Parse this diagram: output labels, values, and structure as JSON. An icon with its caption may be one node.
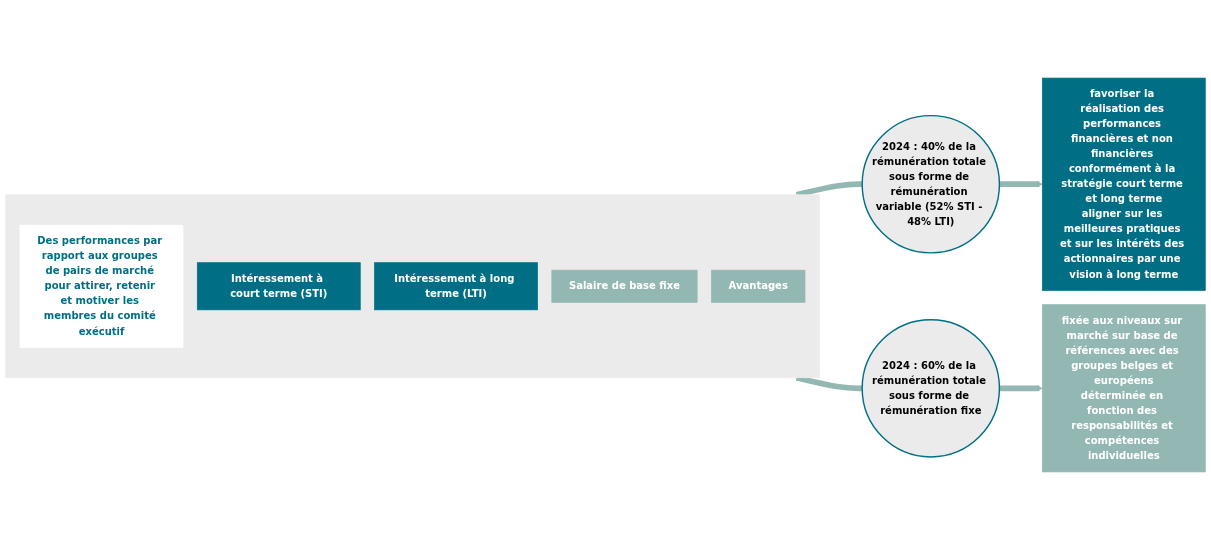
{
  "diagram": {
    "nodes": [
      {
        "text": [],
        "shape": "box"
      },
      {
        "text": [
          "Des performances par rapport aux groupes de pairs de marché pour attirer, retenir et motiver les membres du comité exécutif"
        ],
        "in": 0
      },
      {
        "text": [
          "Intéressement à court terme (STI)"
        ],
        "in": 0
      },
      {
        "text": [
          "Intéressement à long terme (LTI)"
        ],
        "in": 0
      },
      {
        "text": [
          "Salaire de base fixe"
        ],
        "in": 0
      },
      {
        "text": [
          "Avantages"
        ],
        "in": 0
      },
      {
        "text": [
          "2024 : 40% de la rémunération totale sous forme de rémunération variable (52% STI - 48% LTI)"
        ]
      },
      {
        "text": [
          "favoriser la réalisation des performances financières et non financières conformément à la stratégie court terme et long terme",
          "aligner sur les meilleures pratiques et sur les intérêts des actionnaires par une vision à long terme"
        ]
      },
      {
        "text": [
          "2024 : 60% de la rémunération totale sous forme de rémunération fixe"
        ]
      },
      {
        "text": [
          "fixée aux niveaux sur marché sur base de références avec des groupes belges et européens",
          "déterminée en fonction des responsabilités et compétences individuelles"
        ]
      }
    ],
    "edges": [
      {
        "from": 0,
        "to": 6,
        "arrow": "none"
      },
      {
        "from": 6,
        "to": 7,
        "arrow": "to"
      },
      {
        "from": 0,
        "to": 8,
        "arrow": "none"
      },
      {
        "from": 8,
        "to": 9,
        "arrow": "to"
      }
    ]
  }
}
